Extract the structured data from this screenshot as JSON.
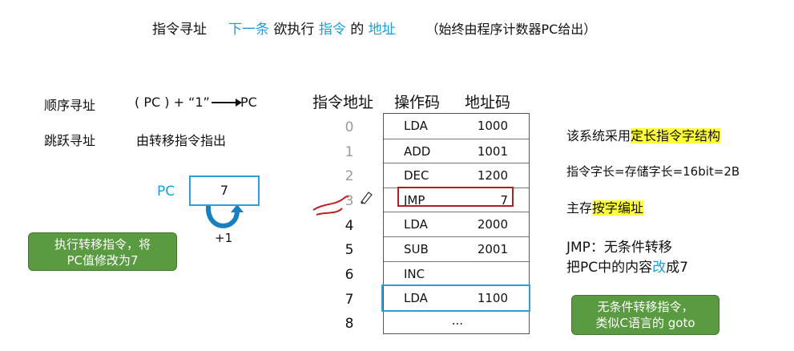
{
  "title": {
    "part1": "指令寻址",
    "part2": "下一条",
    "part3": "欲执行",
    "part4": "指令",
    "part5": "的",
    "part6": "地址",
    "note": "（始终由程序计数器PC给出）"
  },
  "left": {
    "seq_label": "顺序寻址",
    "seq_formula": "( PC ) + “1”",
    "seq_target": "PC",
    "jump_label": "跳跃寻址",
    "jump_desc": "由转移指令指出",
    "pc_label": "PC",
    "pc_value": "7",
    "plus_one": "+1",
    "callout_line1": "执行转移指令，将",
    "callout_line2": "PC值修改为7"
  },
  "table": {
    "headers": [
      "指令地址",
      "操作码",
      "地址码"
    ],
    "rows": [
      {
        "addr": "0",
        "op": "LDA",
        "code": "1000"
      },
      {
        "addr": "1",
        "op": "ADD",
        "code": "1001"
      },
      {
        "addr": "2",
        "op": "DEC",
        "code": "1200"
      },
      {
        "addr": "3",
        "op": "JMP",
        "code": "7"
      },
      {
        "addr": "4",
        "op": "LDA",
        "code": "2000"
      },
      {
        "addr": "5",
        "op": "SUB",
        "code": "2001"
      },
      {
        "addr": "6",
        "op": "INC",
        "code": ""
      },
      {
        "addr": "7",
        "op": "LDA",
        "code": "1100"
      },
      {
        "addr": "8",
        "op": "",
        "code": "..."
      }
    ]
  },
  "right": {
    "l1_prefix": "该系统采用",
    "l1_hl": "定长指令字结构",
    "l2": "指令字长=存储字长=16bit=2B",
    "l3_prefix": "主存",
    "l3_hl": "按字编址",
    "l4": "JMP：无条件转移",
    "l5_a": "把PC中的内容",
    "l5_b": "改",
    "l5_c": "成7",
    "callout_line1": "无条件转移指令，",
    "callout_line2": "类似C语言的 goto"
  },
  "colors": {
    "accent_blue": "#1a9fd6",
    "callout_green": "#5a9a40",
    "highlight_yellow": "#ffff3a",
    "jmp_box_red": "#b02020"
  }
}
